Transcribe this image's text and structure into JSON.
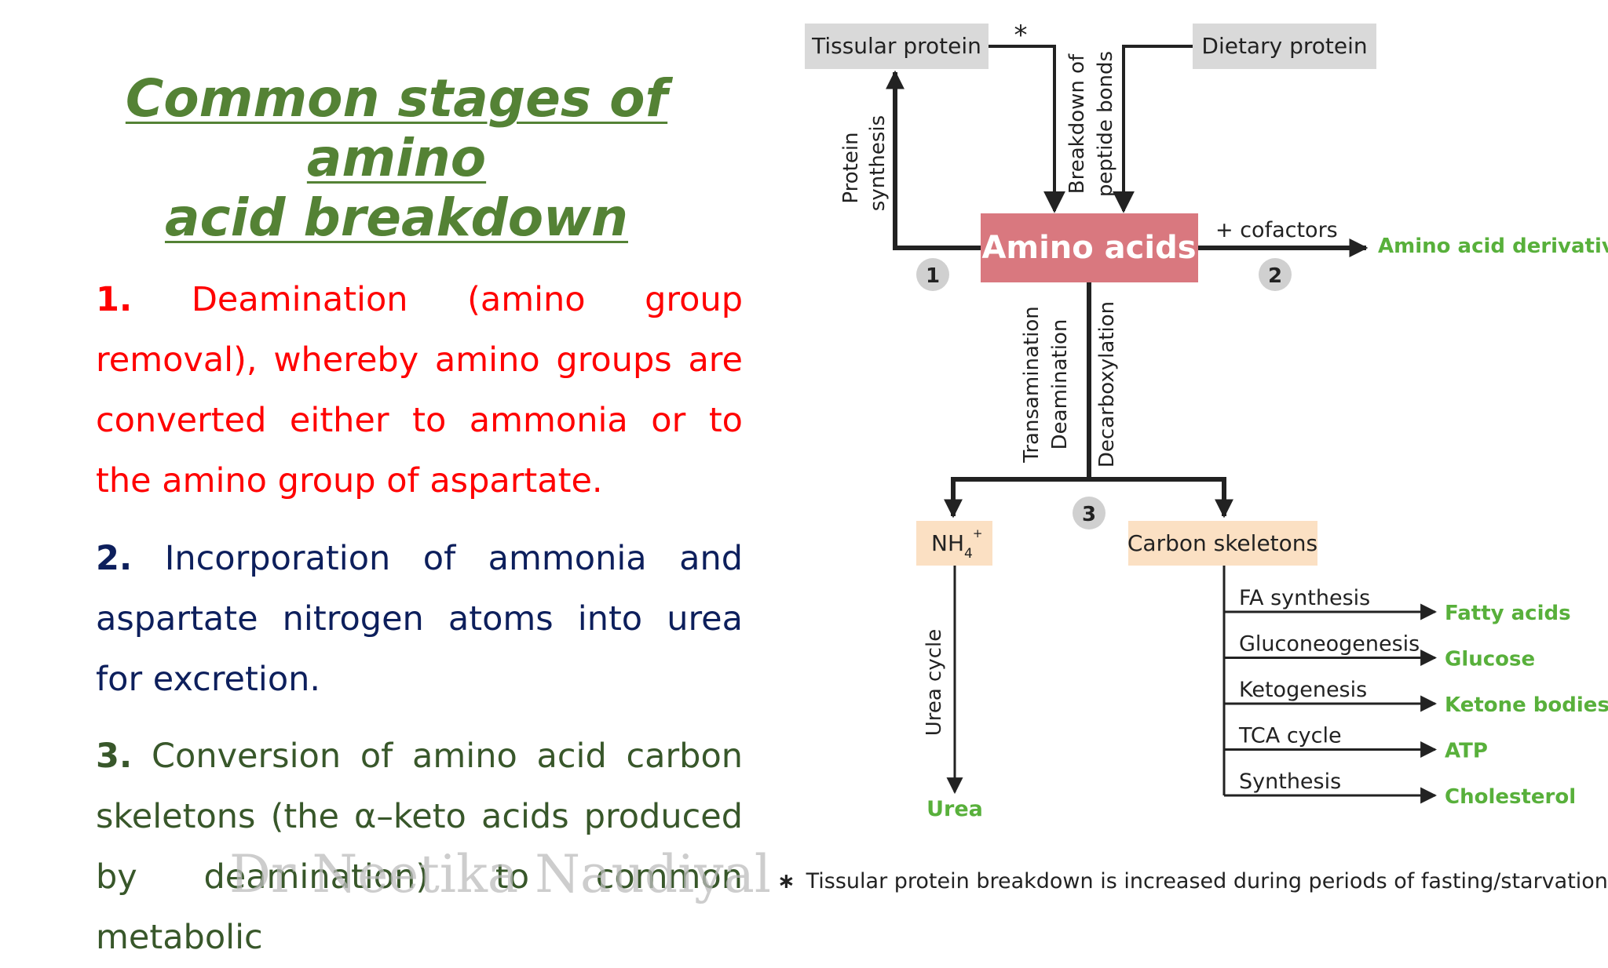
{
  "slide": {
    "title_line1": "Common stages of amino",
    "title_line2": "acid breakdown",
    "points": [
      {
        "number": "1.",
        "text": "Deamination (amino group removal), whereby amino groups are converted either to ammonia or to the amino group of aspartate."
      },
      {
        "number": "2.",
        "text": "Incorporation of ammonia and aspartate nitrogen atoms into urea for excretion."
      },
      {
        "number": "3.",
        "text": "Conversion of amino acid carbon skeletons (the α–keto acids produced by deamination) to common metabolic"
      }
    ],
    "watermark": "Dr Neetika Naudiyal"
  },
  "diagram": {
    "tissular_protein": "Tissular protein",
    "dietary_protein": "Dietary protein",
    "asterisk": "*",
    "protein_synthesis_1": "Protein",
    "protein_synthesis_2": "synthesis",
    "breakdown_1": "Breakdown of",
    "breakdown_2": "peptide bonds",
    "amino_acids": "Amino acids",
    "cofactors": "+ cofactors",
    "amino_acid_derivatives": "Amino acid derivatives",
    "step1": "1",
    "step2": "2",
    "step3": "3",
    "transamination": "Transamination",
    "deamination": "Deamination",
    "decarboxylation": "Decarboxylation",
    "nh4_main": "NH",
    "nh4_sub": "4",
    "nh4_sup": "+",
    "carbon_skeletons": "Carbon skeletons",
    "urea_cycle": "Urea cycle",
    "urea": "Urea",
    "pathways": [
      {
        "process": "FA synthesis",
        "product": "Fatty acids"
      },
      {
        "process": "Gluconeogenesis",
        "product": "Glucose"
      },
      {
        "process": "Ketogenesis",
        "product": "Ketone bodies"
      },
      {
        "process": "TCA cycle",
        "product": "ATP"
      },
      {
        "process": "Synthesis",
        "product": "Cholesterol"
      }
    ],
    "footnote_star": "∗",
    "footnote": "Tissular protein breakdown is increased during periods of fasting/starvation"
  },
  "colors": {
    "title": "#548235",
    "point1": "#ff0000",
    "point2": "#0d1f5c",
    "point3": "#38572a",
    "amino_box": "#d9787f",
    "grey_box": "#d9d9d9",
    "peach_box": "#fbe0c3",
    "product_green": "#58b03b",
    "step_circle": "#d0d0d0"
  }
}
